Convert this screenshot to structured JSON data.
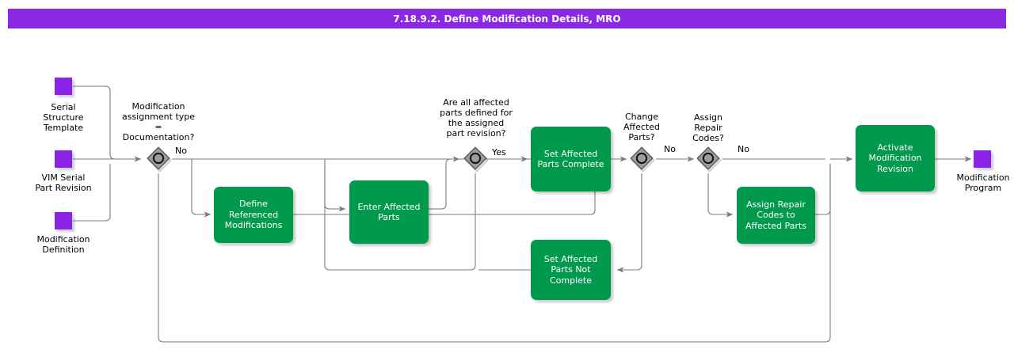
{
  "header": {
    "title": "7.18.9.2. Define Modification Details, MRO",
    "bar_color": "#8B28E3",
    "text_color": "#FFFFFF"
  },
  "colors": {
    "task_green": "#019A4C",
    "data_purple": "#8A22E8",
    "connector_gray": "#7A7A7A",
    "gateway_gray": "#9C9C9C",
    "canvas": "#FFFFFF"
  },
  "diagram": {
    "type": "bpmn-process-flow",
    "data_objects": [
      {
        "id": "serial-structure-template",
        "label": "Serial\nStructure\nTemplate",
        "role": "input"
      },
      {
        "id": "vim-serial-part-revision",
        "label": "VIM Serial\nPart Revision",
        "role": "input"
      },
      {
        "id": "modification-definition",
        "label": "Modification\nDefinition",
        "role": "input"
      },
      {
        "id": "modification-program",
        "label": "Modification\nProgram",
        "role": "output"
      }
    ],
    "gateways": [
      {
        "id": "gw-modification-assignment-type",
        "label": "Modification\nassignment type\n=\nDocumentation?",
        "outcome_label": "No"
      },
      {
        "id": "gw-all-affected-parts-defined",
        "label": "Are all affected\nparts defined for\nthe assigned\npart revision?",
        "outcome_label": "Yes"
      },
      {
        "id": "gw-change-affected-parts",
        "label": "Change\nAffected\nParts?",
        "outcome_label": "No"
      },
      {
        "id": "gw-assign-repair-codes",
        "label": "Assign\nRepair\nCodes?",
        "outcome_label": "No"
      }
    ],
    "tasks": [
      {
        "id": "define-referenced-modifications",
        "label": "Define\nReferenced\nModifications"
      },
      {
        "id": "enter-affected-parts",
        "label": "Enter Affected\nParts"
      },
      {
        "id": "set-affected-parts-complete",
        "label": "Set Affected\nParts Complete"
      },
      {
        "id": "set-affected-parts-not-complete",
        "label": "Set Affected\nParts Not\nComplete"
      },
      {
        "id": "assign-repair-codes-to-affected-parts",
        "label": "Assign Repair\nCodes to\nAffected Parts"
      },
      {
        "id": "activate-modification-revision",
        "label": "Activate\nModification\nRevision"
      }
    ]
  }
}
